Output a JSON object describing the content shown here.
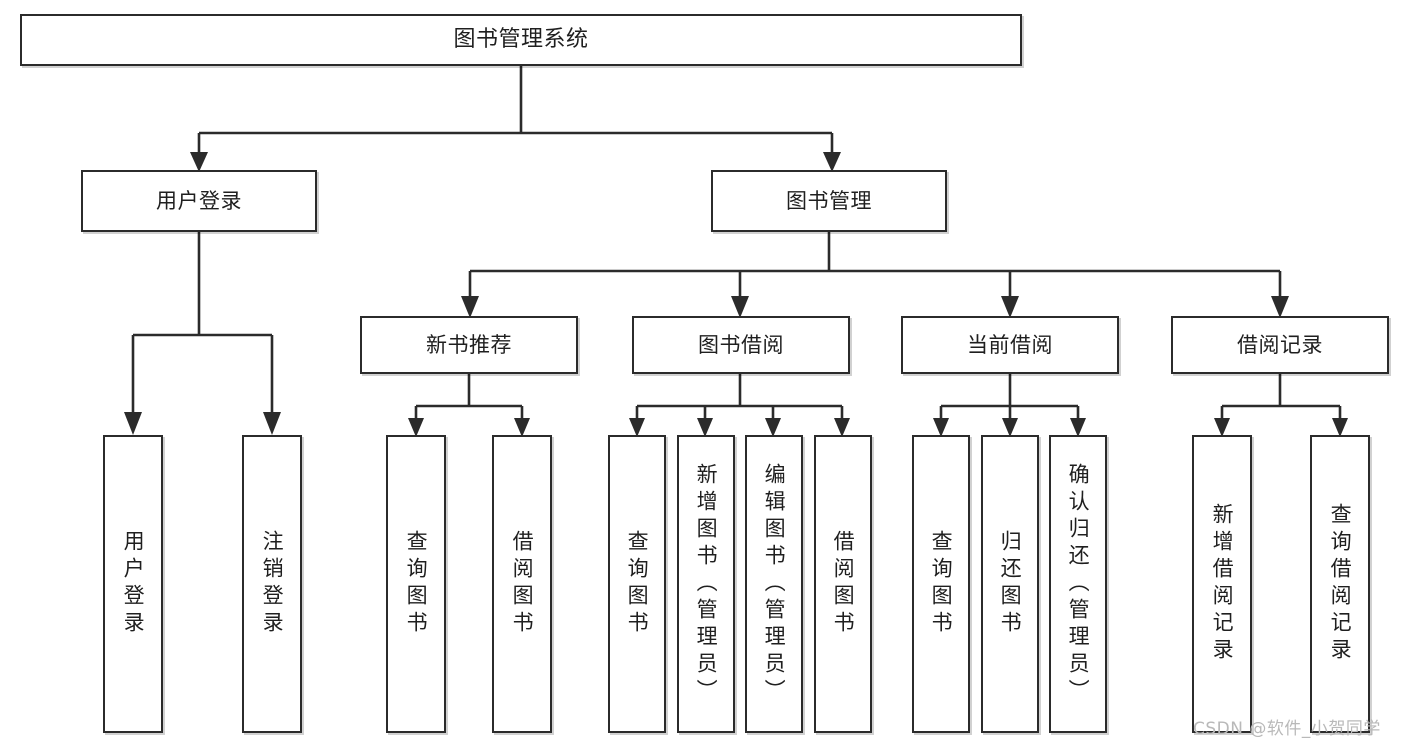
{
  "diagram": {
    "type": "tree-hierarchy-chart",
    "title": "图书管理系统",
    "background_color": "#ffffff",
    "box_border_color": "#2b2b2b",
    "text_color": "#1f1f1f",
    "edge_color": "#2b2b2b"
  },
  "nodes": {
    "root": {
      "label": "图书管理系统"
    },
    "level2": [
      {
        "id": "user-login",
        "label": "用户登录"
      },
      {
        "id": "book-management",
        "label": "图书管理"
      }
    ],
    "level3": [
      {
        "id": "new-book-recommend",
        "label": "新书推荐"
      },
      {
        "id": "book-borrow",
        "label": "图书借阅"
      },
      {
        "id": "current-borrow",
        "label": "当前借阅"
      },
      {
        "id": "borrow-record",
        "label": "借阅记录"
      }
    ],
    "leaves": {
      "user_login": [
        {
          "id": "leaf-user-login",
          "label": "用户登录"
        },
        {
          "id": "leaf-logout-login",
          "label": "注销登录"
        }
      ],
      "new_book_recommend": [
        {
          "id": "leaf-query-book-1",
          "label": "查询图书"
        },
        {
          "id": "leaf-borrow-book-1",
          "label": "借阅图书"
        }
      ],
      "book_borrow": [
        {
          "id": "leaf-query-book-2",
          "label": "查询图书"
        },
        {
          "id": "leaf-add-book-admin",
          "label": "新增图书（管理员）"
        },
        {
          "id": "leaf-edit-book-admin",
          "label": "编辑图书（管理员）"
        },
        {
          "id": "leaf-borrow-book-2",
          "label": "借阅图书"
        }
      ],
      "current_borrow": [
        {
          "id": "leaf-query-book-3",
          "label": "查询图书"
        },
        {
          "id": "leaf-return-book",
          "label": "归还图书"
        },
        {
          "id": "leaf-confirm-return-admin",
          "label": "确认归还（管理员）"
        }
      ],
      "borrow_record": [
        {
          "id": "leaf-add-borrow-record",
          "label": "新增借阅记录"
        },
        {
          "id": "leaf-query-borrow-record",
          "label": "查询借阅记录"
        }
      ]
    }
  },
  "watermark": {
    "text": "CSDN @软件_小贺同学"
  }
}
